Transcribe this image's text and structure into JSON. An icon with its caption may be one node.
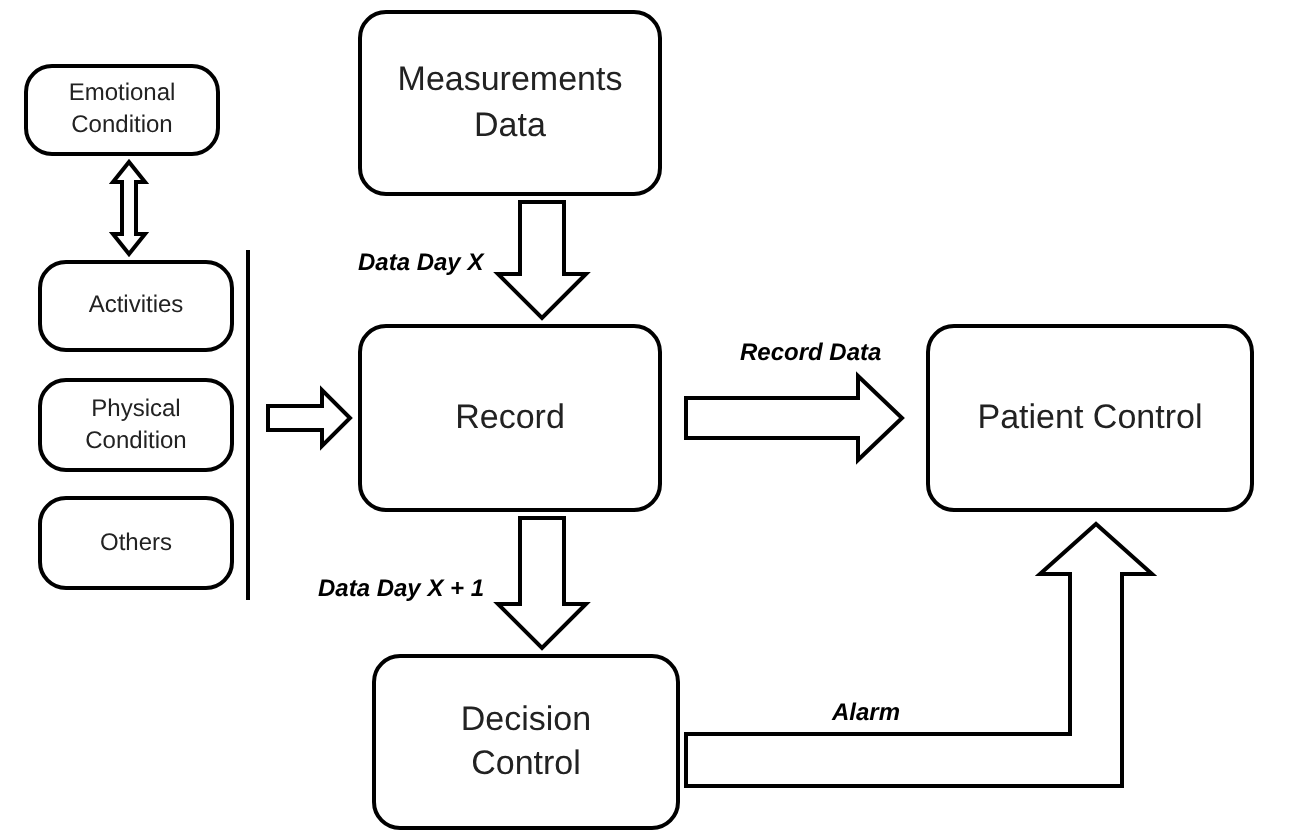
{
  "diagram": {
    "nodes": [
      {
        "text": [
          "Emotional Condition"
        ]
      },
      {
        "text": [
          "Activities"
        ]
      },
      {
        "text": [
          "Physical Condition"
        ]
      },
      {
        "text": [
          "Others"
        ]
      },
      {
        "text": [
          "Measurements Data"
        ]
      },
      {
        "text": [
          "Record"
        ]
      },
      {
        "text": [
          "Patient Control"
        ]
      },
      {
        "text": [
          "Decision Control"
        ]
      }
    ],
    "edges": [
      {
        "from": 0,
        "to": 1,
        "arrow": "both"
      },
      {
        "from": 1,
        "to": 5,
        "arrow": "to"
      },
      {
        "from": 2,
        "to": 5,
        "arrow": "to"
      },
      {
        "from": 3,
        "to": 5,
        "arrow": "to"
      },
      {
        "from": 4,
        "to": 5,
        "arrow": "to",
        "label": "Data Day X"
      },
      {
        "from": 5,
        "to": 6,
        "arrow": "to",
        "label": "Record Data"
      },
      {
        "from": 5,
        "to": 7,
        "arrow": "to",
        "label": "Data Day X + 1"
      },
      {
        "from": 7,
        "to": 6,
        "arrow": "to",
        "label": "Alarm"
      }
    ]
  }
}
